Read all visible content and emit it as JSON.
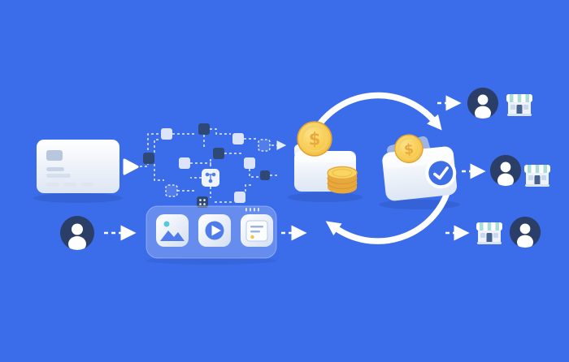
{
  "palette": {
    "background": "#3b6cea",
    "navy": "#2a3e68",
    "navy_square": "#2f4977",
    "coin_gold": "#f6c244",
    "coin_gold_dark": "#e8a93c",
    "app_blue": "#4f7ceb",
    "check_blue": "#3e6fe6",
    "teal": "#a8ddd8",
    "white": "#ffffff"
  },
  "diagram": {
    "coin_symbol": "$",
    "nodes": [
      {
        "id": "credit-card",
        "desc": "payment card with chip"
      },
      {
        "id": "processing-network",
        "desc": "dashed network of routing nodes"
      },
      {
        "id": "sender-avatar",
        "desc": "paying user"
      },
      {
        "id": "apps-panel",
        "desc": "three app tiles: image, video, receipt"
      },
      {
        "id": "funds-folder",
        "desc": "folder with dollar coin and coin stack"
      },
      {
        "id": "payment-cycle",
        "desc": "circular exchange arrows"
      },
      {
        "id": "wallet-verified",
        "desc": "wallet with coin and verified checkmark"
      },
      {
        "id": "recipient-1",
        "desc": "user avatar with storefront"
      },
      {
        "id": "recipient-2",
        "desc": "user avatar with storefront"
      },
      {
        "id": "recipient-3",
        "desc": "storefront with user avatar"
      }
    ]
  }
}
